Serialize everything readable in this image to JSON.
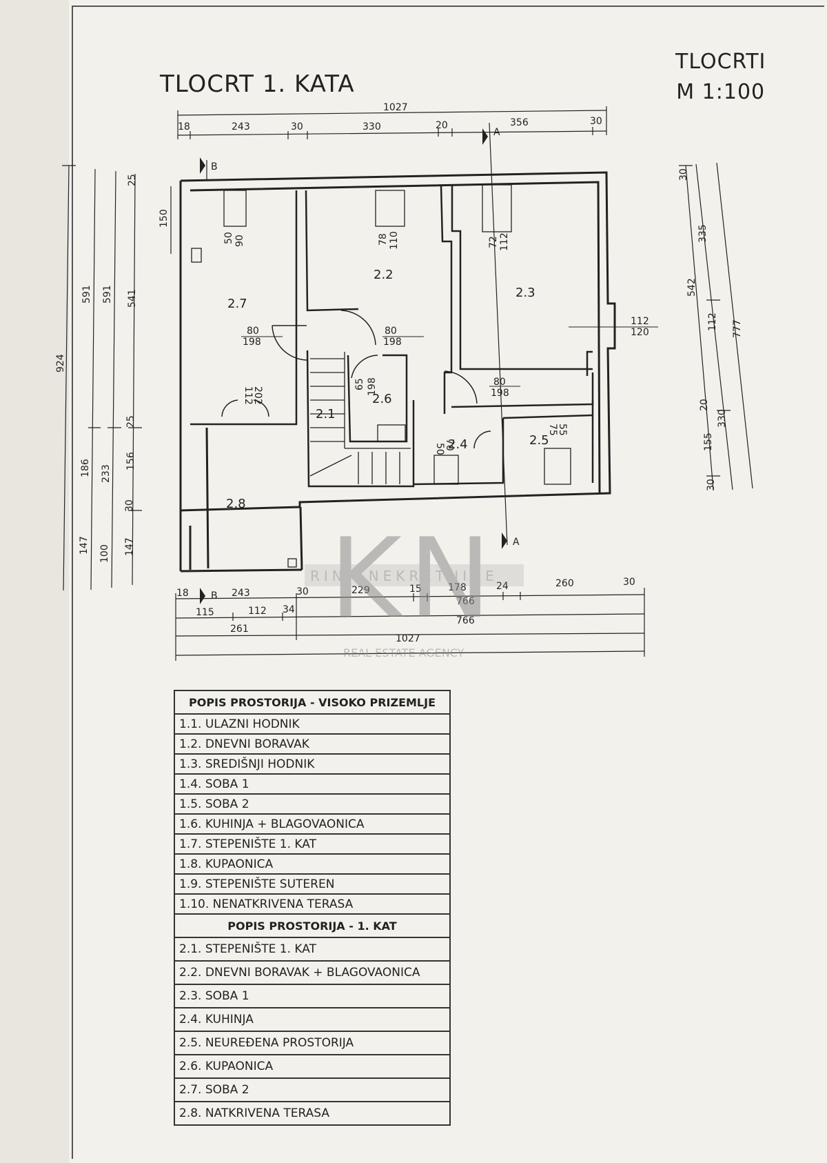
{
  "header": {
    "title": "TLOCRT 1. KATA",
    "plans_label": "TLOCRTI",
    "scale": "M 1:100"
  },
  "rooms_on_plan": [
    "2.1",
    "2.2",
    "2.3",
    "2.4",
    "2.5",
    "2.6",
    "2.7",
    "2.8"
  ],
  "top_dimensions": {
    "total": "1027",
    "segments": [
      "18",
      "243",
      "30",
      "330",
      "20",
      "356",
      "30"
    ]
  },
  "bottom_dimensions": {
    "row1": [
      "18",
      "243",
      "30",
      "229",
      "15",
      "178",
      "24",
      "260",
      "30"
    ],
    "row2": [
      "115",
      "112",
      "34",
      "766"
    ],
    "row3": [
      "261",
      "766"
    ],
    "total": "1027"
  },
  "left_dimensions": {
    "total": "924",
    "chain1": [
      "591",
      "186",
      "147"
    ],
    "chain2": [
      "591",
      "233",
      "100"
    ],
    "chain3": [
      "25",
      "541",
      "25",
      "156",
      "30",
      "147"
    ],
    "opening": "150"
  },
  "right_dimensions": {
    "total": "777",
    "chain1": [
      "542",
      "20",
      "155",
      "30"
    ],
    "chain2": [
      "30",
      "335",
      "112",
      "330"
    ]
  },
  "openings": {
    "window_27": [
      "50",
      "90"
    ],
    "window_22": [
      "78",
      "110"
    ],
    "window_23": [
      "72",
      "112"
    ],
    "window_23_side": [
      "112",
      "120"
    ],
    "door_27": [
      "80",
      "198"
    ],
    "door_22": [
      "80",
      "198"
    ],
    "door_23": [
      "80",
      "198"
    ],
    "door_26": [
      "65",
      "198"
    ],
    "door_28": [
      "112",
      "202"
    ],
    "window_24": [
      "50",
      "70"
    ],
    "window_25": [
      "55",
      "75"
    ]
  },
  "section_marks": [
    "B",
    "B",
    "A",
    "A"
  ],
  "watermark": {
    "logo": "KN",
    "name": "RINA NEKRETNINE",
    "tagline": "REAL ESTATE AGENCY"
  },
  "legend_ground": {
    "heading": "POPIS PROSTORIJA - VISOKO PRIZEMLJE",
    "items": [
      "1.1. ULAZNI HODNIK",
      "1.2. DNEVNI BORAVAK",
      "1.3. SREDIŠNJI HODNIK",
      "1.4. SOBA 1",
      "1.5. SOBA 2",
      "1.6. KUHINJA + BLAGOVAONICA",
      "1.7. STEPENIŠTE 1. KAT",
      "1.8. KUPAONICA",
      "1.9. STEPENIŠTE SUTEREN",
      "1.10. NENATKRIVENA TERASA"
    ]
  },
  "legend_first": {
    "heading": "POPIS PROSTORIJA - 1. KAT",
    "items": [
      "2.1. STEPENIŠTE 1. KAT",
      "2.2. DNEVNI BORAVAK + BLAGOVAONICA",
      "2.3. SOBA 1",
      "2.4. KUHINJA",
      "2.5. NEUREĐENA PROSTORIJA",
      "2.6. KUPAONICA",
      "2.7. SOBA 2",
      "2.8. NATKRIVENA TERASA"
    ]
  }
}
